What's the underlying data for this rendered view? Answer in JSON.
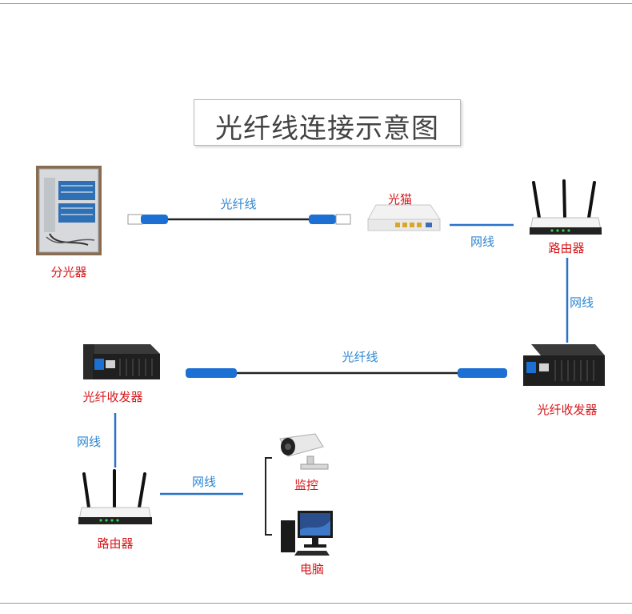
{
  "title": "光纤线连接示意图",
  "colors": {
    "device_label": "#d8161a",
    "link_label": "#2f86d2",
    "network_line": "#2a72c8",
    "fiber": "#222222",
    "connector": "#1c6fd3"
  },
  "devices": {
    "splitter": "分光器",
    "modem": "光猫",
    "router_top": "路由器",
    "transceiver_left": "光纤收发器",
    "transceiver_right": "光纤收发器",
    "router_bottom": "路由器",
    "camera": "监控",
    "computer": "电脑"
  },
  "links": {
    "fiber_top": "光纤线",
    "net_modem_router": "网线",
    "net_router_transceiver": "网线",
    "fiber_middle": "光纤线",
    "net_transceiver_router": "网线",
    "net_router_devices": "网线"
  }
}
